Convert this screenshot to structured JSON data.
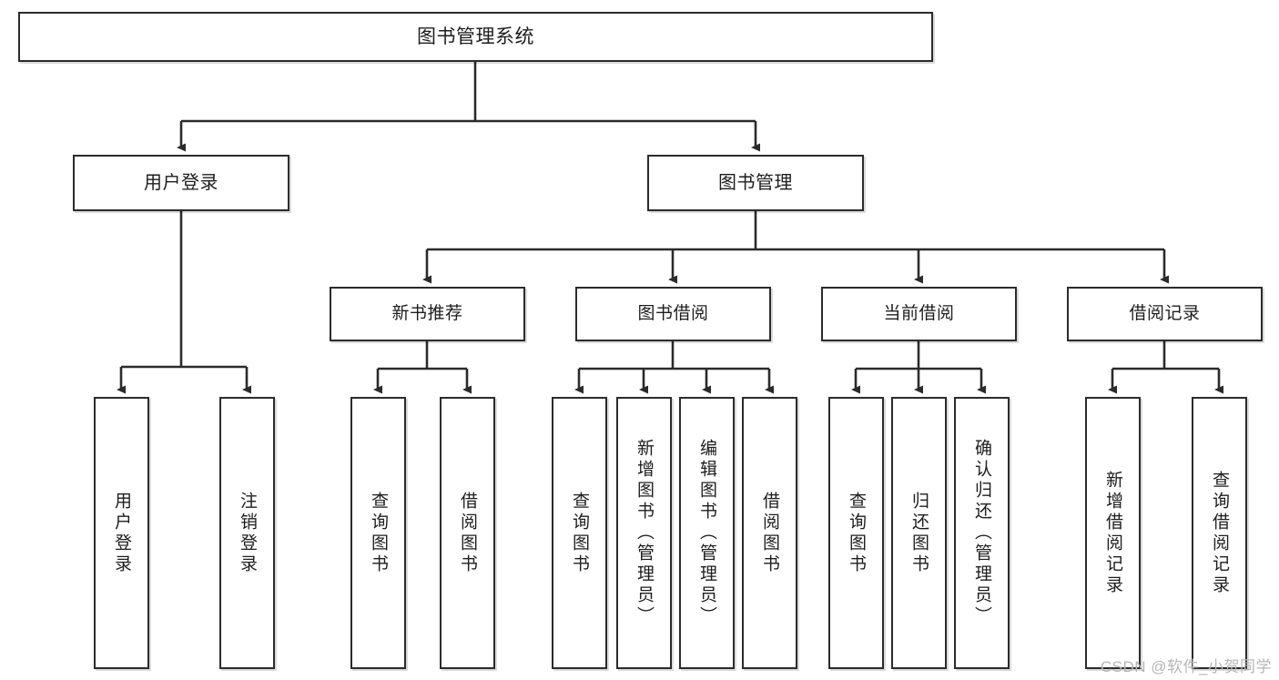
{
  "diagram": {
    "title": "图书管理系统",
    "type": "tree-hierarchy",
    "watermark": "CSDN @软件_小贺同学",
    "colors": {
      "box_border": "#2b2b2b",
      "box_fill": "#ffffff",
      "edge": "#2b2b2b",
      "text": "#1d1d1d",
      "watermark": "#b6b6b6",
      "background": "#ffffff"
    },
    "nodes": {
      "root": {
        "label": "图书管理系统"
      },
      "level2": [
        {
          "id": "user-login",
          "label": "用户登录"
        },
        {
          "id": "book-manage",
          "label": "图书管理"
        }
      ],
      "level3": [
        {
          "id": "new-book-recommend",
          "label": "新书推荐"
        },
        {
          "id": "book-borrow",
          "label": "图书借阅"
        },
        {
          "id": "current-borrow",
          "label": "当前借阅"
        },
        {
          "id": "borrow-record",
          "label": "借阅记录"
        }
      ],
      "leaves": [
        {
          "id": "leaf-user-login",
          "label": "用户登录",
          "parent": "user-login"
        },
        {
          "id": "leaf-logout-login",
          "label": "注销登录",
          "parent": "user-login"
        },
        {
          "id": "leaf-query-book-1",
          "label": "查询图书",
          "parent": "new-book-recommend"
        },
        {
          "id": "leaf-borrow-book-1",
          "label": "借阅图书",
          "parent": "new-book-recommend"
        },
        {
          "id": "leaf-query-book-2",
          "label": "查询图书",
          "parent": "book-borrow"
        },
        {
          "id": "leaf-add-book",
          "label": "新增图书（管理员）",
          "parent": "book-borrow"
        },
        {
          "id": "leaf-edit-book",
          "label": "编辑图书（管理员）",
          "parent": "book-borrow"
        },
        {
          "id": "leaf-borrow-book-2",
          "label": "借阅图书",
          "parent": "book-borrow"
        },
        {
          "id": "leaf-query-book-3",
          "label": "查询图书",
          "parent": "current-borrow"
        },
        {
          "id": "leaf-return-book",
          "label": "归还图书",
          "parent": "current-borrow"
        },
        {
          "id": "leaf-confirm-return",
          "label": "确认归还（管理员）",
          "parent": "current-borrow"
        },
        {
          "id": "leaf-add-record",
          "label": "新增借阅记录",
          "parent": "borrow-record"
        },
        {
          "id": "leaf-query-record",
          "label": "查询借阅记录",
          "parent": "borrow-record"
        }
      ]
    }
  }
}
